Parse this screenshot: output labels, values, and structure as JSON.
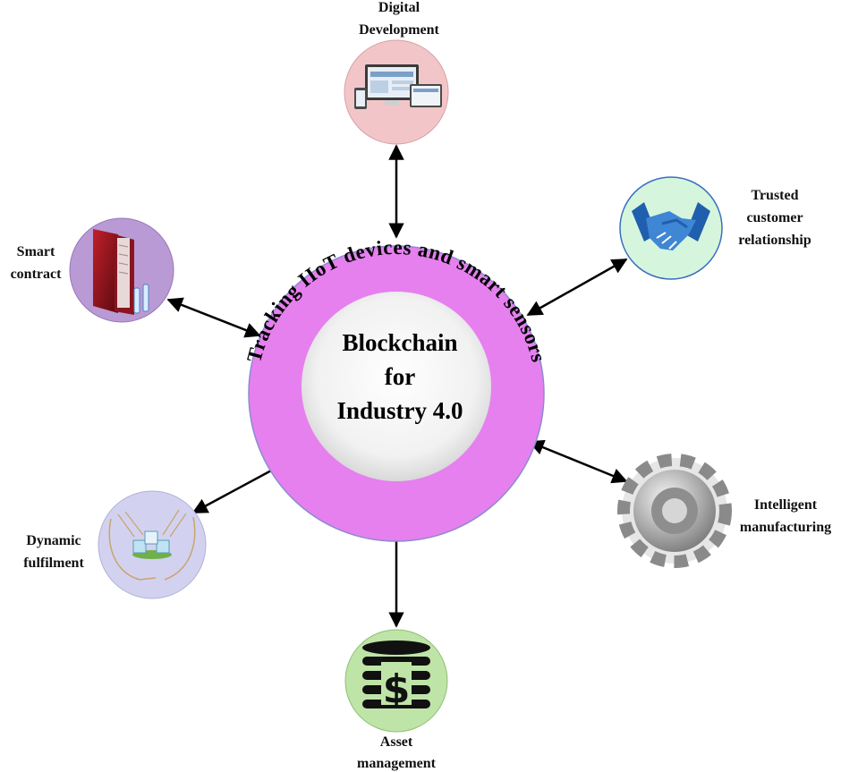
{
  "center": {
    "title_lines": [
      "Blockchain",
      "for",
      "Industry 4.0"
    ],
    "ring_text": "Tracking IIoT devices and smart sensors",
    "ring_color": "#e680ee",
    "inner_color": "#e9e9e9"
  },
  "nodes": {
    "digital": {
      "label_lines": [
        "Digital",
        "Development"
      ],
      "color": "#f2c6c8",
      "icon": "devices-icon"
    },
    "trusted": {
      "label_lines": [
        "Trusted",
        "customer",
        "relationship"
      ],
      "color": "#d5f5dd",
      "icon": "handshake-icon"
    },
    "intelligent": {
      "label_lines": [
        "Intelligent",
        "manufacturing"
      ],
      "color": "#e0e0e0",
      "icon": "gear-icon"
    },
    "asset": {
      "label_lines": [
        "Asset",
        "management"
      ],
      "color": "#bfe4a8",
      "icon": "dollar-database-icon"
    },
    "dynamic": {
      "label_lines": [
        "Dynamic",
        "fulfilment"
      ],
      "color": "#d2d2f0",
      "icon": "hands-blocks-icon"
    },
    "smart": {
      "label_lines": [
        "Smart",
        "contract"
      ],
      "color": "#b99ad5",
      "icon": "folder-document-icon"
    }
  }
}
